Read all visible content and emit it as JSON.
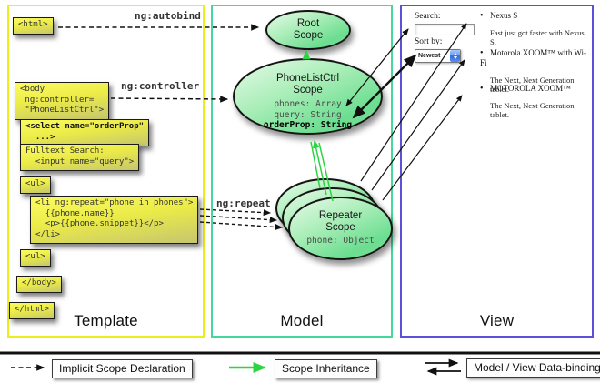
{
  "columns": {
    "template": {
      "label": "Template"
    },
    "model": {
      "label": "Model"
    },
    "view": {
      "label": "View"
    }
  },
  "annotations": {
    "autobind": "ng:autobind",
    "controller": "ng:controller",
    "repeat": "ng:repeat"
  },
  "template_code": {
    "html_open": "<html>",
    "body_open": "<body\n ng:controller=\n \"PhoneListCtrl\">",
    "select_tag": "<select name=\"orderProp\"\n  ...>",
    "fulltext": "Fulltext Search:\n  <input name=\"query\">",
    "ul_open": "<ul>",
    "li_repeat": "<li ng:repeat=\"phone in phones\">\n  {{phone.name}}\n  <p>{{phone.snippet}}</p>\n</li>",
    "ul_close": "<ul>",
    "body_close": "</body>",
    "html_close": "</html>"
  },
  "model": {
    "root_scope": {
      "name": "Root\nScope"
    },
    "phone_list_ctrl": {
      "name": "PhoneListCtrl\nScope",
      "props": [
        "phones: Array",
        "query: String",
        "orderProp: String"
      ]
    },
    "repeater": {
      "name": "Repeater\nScope",
      "prop": "phone: Object"
    }
  },
  "view": {
    "search_label": "Search:",
    "search_value": "",
    "sort_label": "Sort by:",
    "sort_value": "Newest",
    "items": [
      {
        "title": "Nexus S",
        "desc": "Fast just got faster with Nexus S."
      },
      {
        "title": "Motorola XOOM™ with Wi-Fi",
        "desc": "The Next, Next Generation tablet."
      },
      {
        "title": "MOTOROLA XOOM™",
        "desc": "The Next, Next Generation tablet."
      }
    ]
  },
  "legend": {
    "implicit": "Implicit Scope Declaration",
    "inheritance": "Scope Inheritance",
    "databinding": "Model / View Data-binding"
  },
  "colors": {
    "template_border": "#eded1c",
    "model_border": "#45d79b",
    "view_border": "#5b51d8",
    "code_highlight": "#f2f24e",
    "scope_fill_green": "#6bde90",
    "inheritance_arrow_green": "#2bd442",
    "arrow_black": "#111111"
  }
}
